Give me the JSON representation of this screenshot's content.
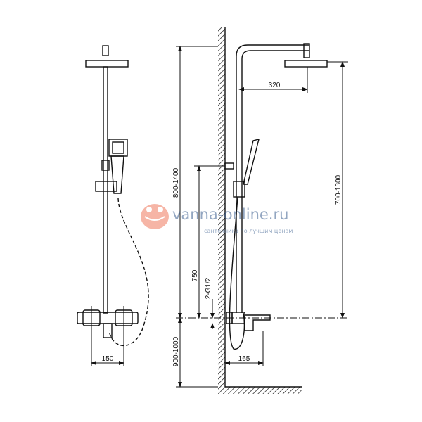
{
  "colors": {
    "line": "#111111",
    "watermark_text": "#3b5f8f",
    "watermark_logo": "#f07a5e"
  },
  "watermark": {
    "site": "vanna-online.ru",
    "tagline": "сантехника по лучшим ценам"
  },
  "front_view": {
    "dimensions": {
      "mixer_spacing": "150"
    }
  },
  "side_view": {
    "dimensions": {
      "arm_reach": "320",
      "total_height": "800-1400",
      "holder_height": "750",
      "head_height": "700-1300",
      "inlet": "2-G1/2",
      "mixer_height": "900-1000",
      "spout_reach": "165"
    }
  }
}
